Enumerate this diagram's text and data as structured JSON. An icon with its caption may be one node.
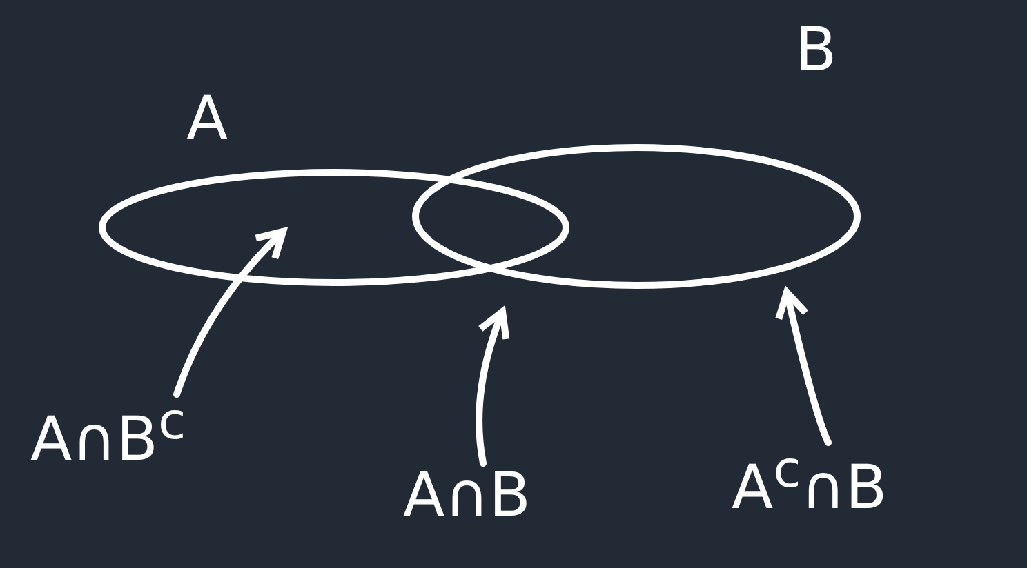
{
  "diagram": {
    "nodes": [
      {
        "text": [
          "A"
        ]
      },
      {
        "text": [
          "B"
        ]
      },
      {
        "text": [
          "A∩B$^{c}$"
        ]
      },
      {
        "text": [
          "A∩B"
        ]
      },
      {
        "text": [
          "A$^{c}$∩B"
        ]
      }
    ],
    "edges": [
      {
        "from": 2,
        "to": 0,
        "arrow": "to"
      },
      {
        "from": 3,
        "to": 1,
        "arrow": "to"
      },
      {
        "from": 4,
        "to": 1,
        "arrow": "to"
      }
    ]
  }
}
